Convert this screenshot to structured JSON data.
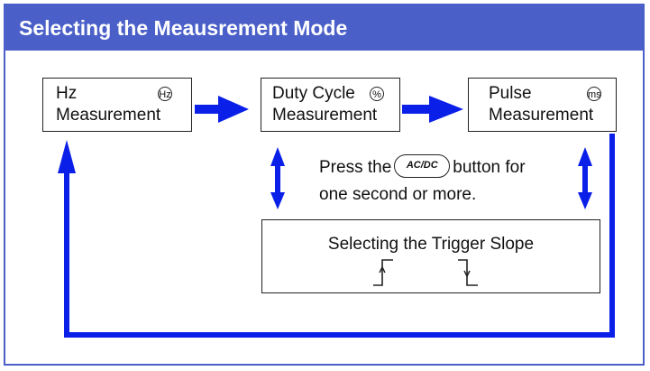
{
  "header": {
    "title": "Selecting the Meausrement Mode"
  },
  "modes": {
    "hz": {
      "line1": "Hz",
      "line2": "Measurement",
      "badge": "Hz"
    },
    "duty": {
      "line1": "Duty Cycle",
      "line2": "Measurement",
      "badge": "%"
    },
    "pulse": {
      "line1": "Pulse",
      "line2": "Measurement",
      "badge": "ms"
    }
  },
  "instruction": {
    "part1": "Press the",
    "button": "AC/DC",
    "part2": "button for",
    "line2": "one second or more."
  },
  "trigger": {
    "title": "Selecting the Trigger Slope"
  },
  "colors": {
    "accent": "#4a5fc8",
    "arrow": "#0a1fe8"
  }
}
